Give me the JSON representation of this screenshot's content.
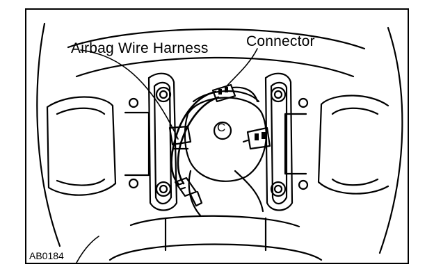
{
  "labels": {
    "harness": "Airbag Wire Harness",
    "connector": "Connector"
  },
  "figure_code": "AB0184",
  "center_mark": "C"
}
